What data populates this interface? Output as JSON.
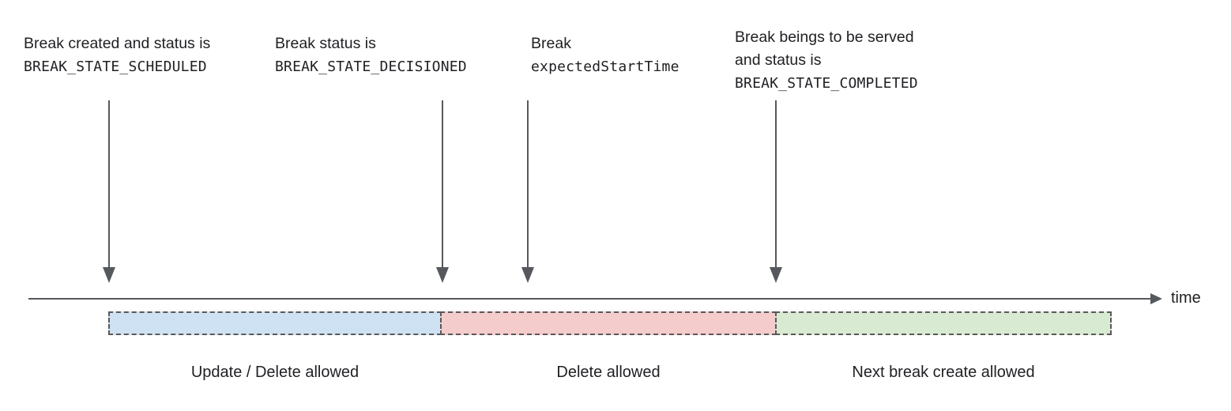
{
  "diagram": {
    "annotations": [
      {
        "line1": "Break created and status is",
        "code": "BREAK_STATE_SCHEDULED"
      },
      {
        "line1": "Break status is",
        "code": "BREAK_STATE_DECISIONED"
      },
      {
        "line1": "Break",
        "code": "expectedStartTime"
      },
      {
        "line1": "Break beings to be served",
        "line2": "and status is",
        "code": "BREAK_STATE_COMPLETED"
      }
    ],
    "timeline": {
      "axis_label": "time"
    },
    "segments": [
      {
        "label": "Update / Delete allowed",
        "color": "#cfe2f3"
      },
      {
        "label": "Delete allowed",
        "color": "#f4cccc"
      },
      {
        "label": "Next break create allowed",
        "color": "#d9ead3"
      }
    ],
    "colors": {
      "arrow": "#55585c",
      "segment_border": "#595959",
      "text": "#202124"
    }
  }
}
